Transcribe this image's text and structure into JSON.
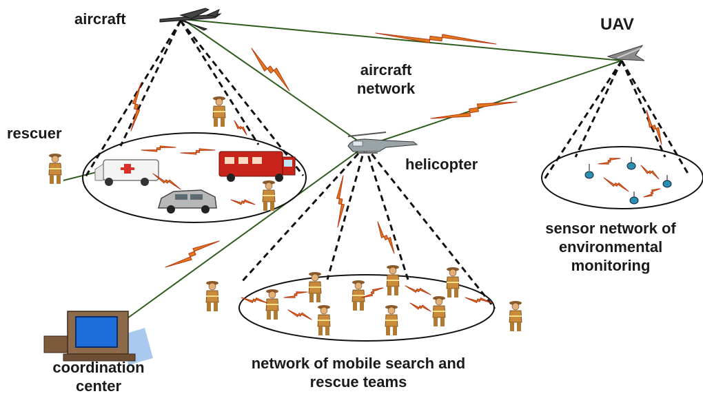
{
  "labels": {
    "aircraft": "aircraft",
    "uav": "UAV",
    "aircraft_network_1": "aircraft",
    "aircraft_network_2": "network",
    "rescuer": "rescuer",
    "helicopter": "helicopter",
    "sensor_1": "sensor network of",
    "sensor_2": "environmental",
    "sensor_3": "monitoring",
    "coordination_1": "coordination",
    "coordination_2": "center",
    "teams_1": "network of mobile search and",
    "teams_2": "rescue teams"
  },
  "colors": {
    "link_green": "#2f5d1e",
    "dashed": "#111111",
    "bolt_orange": "#e07a1c",
    "bolt_red": "#b8340f",
    "person": "#c98a3a",
    "computer_blue": "#1e6fd9"
  },
  "icons": [
    "aircraft-icon",
    "uav-icon",
    "helicopter-icon",
    "firefighter-icon",
    "ambulance-icon",
    "fire-truck-icon",
    "car-icon",
    "sensor-node-icon",
    "computer-icon",
    "lightning-bolt-icon"
  ]
}
